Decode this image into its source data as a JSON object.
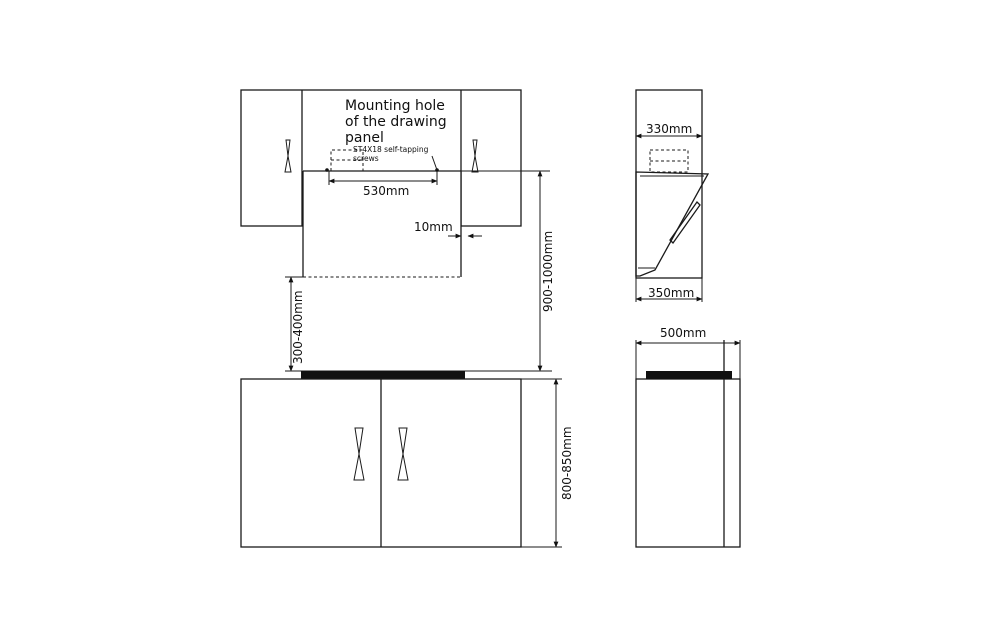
{
  "labels": {
    "mounting_note_line1": "Mounting hole",
    "mounting_note_line2": "of the drawing",
    "mounting_note_line3": "panel",
    "screws_line1": "ST4X18 self-tapping",
    "screws_line2": "screws",
    "dim_width_530": "530mm",
    "dim_gap_10": "10mm",
    "dim_height_900_1000": "900-1000mm",
    "dim_height_300_400": "300-400mm",
    "dim_height_800_850": "800-850mm",
    "dim_depth_330": "330mm",
    "dim_depth_350": "350mm",
    "dim_depth_500": "500mm"
  }
}
